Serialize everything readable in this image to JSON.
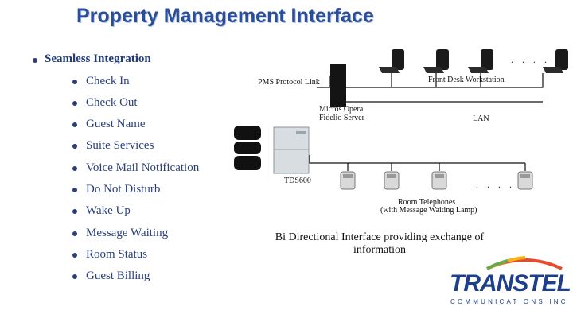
{
  "title": "Property Management Interface",
  "main_bullet": "Seamless Integration",
  "features": [
    "Check In",
    "Check Out",
    "Guest Name",
    "Suite Services",
    "Voice Mail Notification",
    "Do Not Disturb",
    "Wake Up",
    "Message Waiting",
    "Room Status",
    "Guest Billing"
  ],
  "diagram": {
    "pms_link": "PMS Protocol Link",
    "front_desk": "Front Desk Workstation",
    "server_line1": "Micros Opera",
    "server_line2": "Fidelio Server",
    "lan": "LAN",
    "pbx": "TDS600",
    "room_tel_line1": "Room Telephones",
    "room_tel_line2": "(with Message Waiting Lamp)",
    "ellipsis": ". . . .",
    "caption": "Bi Directional Interface providing exchange of information"
  },
  "logo": {
    "name": "TRANSTEL",
    "sub": "COMMUNICATIONS INC"
  },
  "colors": {
    "title": "#2a4e9b",
    "text": "#2a3f7d",
    "logo": "#1e3f8a"
  }
}
